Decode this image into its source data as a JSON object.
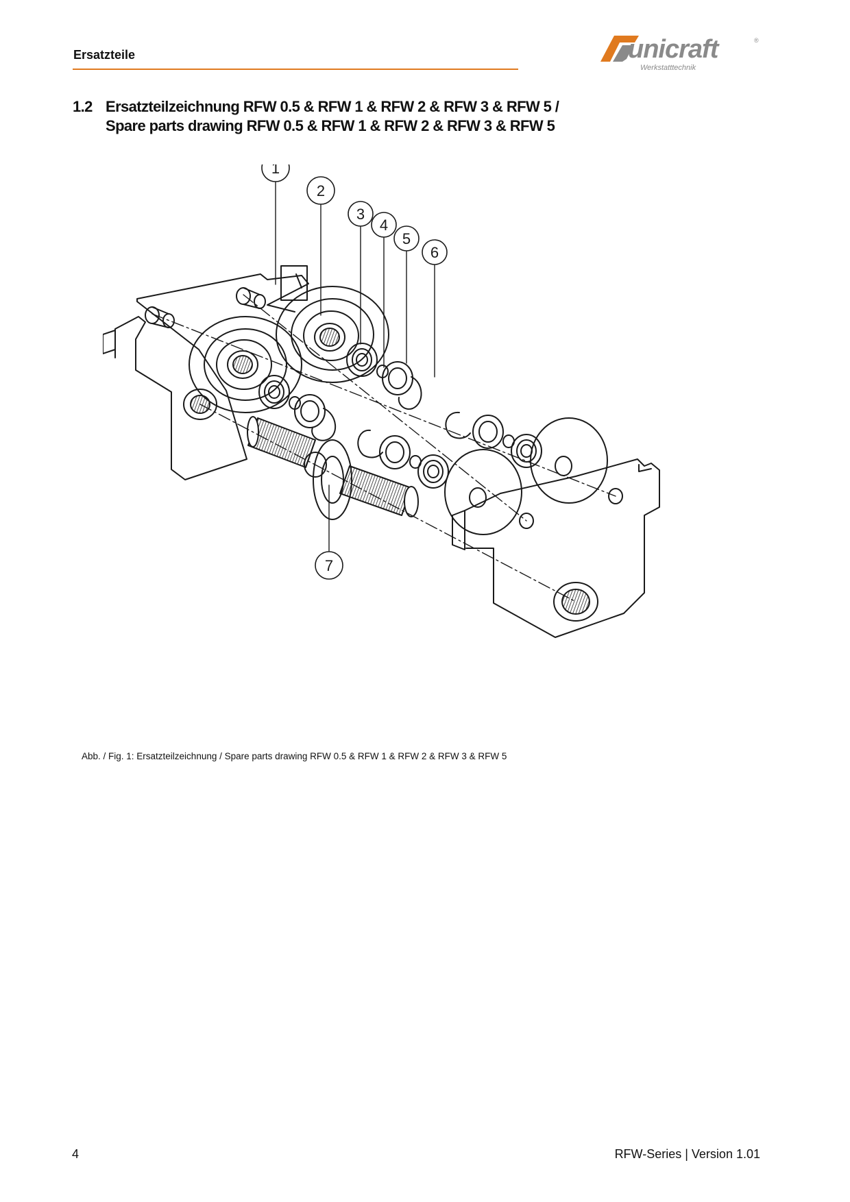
{
  "header": {
    "section": "Ersatzteile",
    "accent_color": "#e07a1f",
    "logo": {
      "brand": "unicraft",
      "tagline": "Werkstatttechnik",
      "registered": "®",
      "icon": "unicraft-logo-icon"
    }
  },
  "heading": {
    "number": "1.2",
    "line1": "Ersatzteilzeichnung RFW 0.5 & RFW 1 & RFW 2 & RFW 3 & RFW 5 /",
    "line2": "Spare parts drawing RFW 0.5 & RFW 1 & RFW 2 & RFW 3 & RFW 5"
  },
  "drawing": {
    "callouts": [
      "1",
      "2",
      "3",
      "4",
      "5",
      "6",
      "7"
    ]
  },
  "caption": "Abb. / Fig. 1: Ersatzteilzeichnung / Spare parts drawing RFW 0.5 & RFW 1 & RFW 2 & RFW 3 & RFW 5",
  "footer": {
    "page_number": "4",
    "version": "RFW-Series | Version 1.01"
  }
}
